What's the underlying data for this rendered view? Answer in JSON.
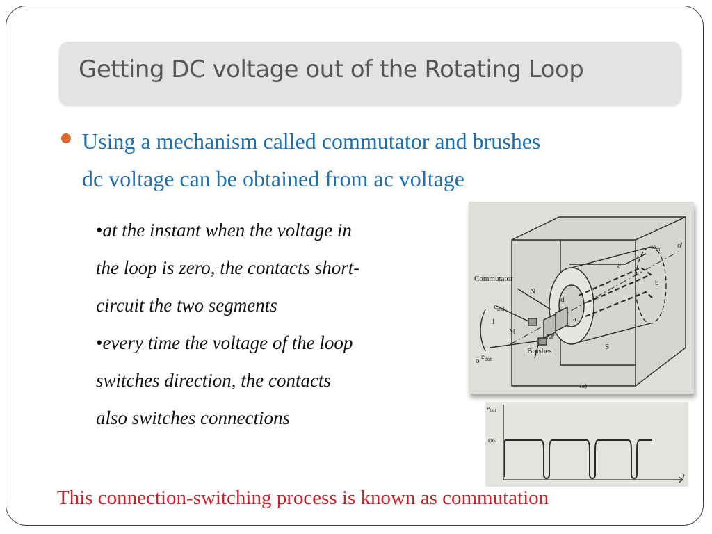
{
  "title": "Getting DC voltage out of the Rotating Loop",
  "main_bullet": {
    "lines": [
      "Using a mechanism called commutator and brushes",
      "dc voltage can be obtained from ac voltage"
    ]
  },
  "sub_bullets": [
    {
      "first": "at the instant when the voltage in",
      "rest": [
        "the loop is zero, the contacts short-",
        "circuit the two segments"
      ]
    },
    {
      "first": "every time the voltage of the loop",
      "rest": [
        "switches direction, the contacts",
        "also switches connections"
      ]
    }
  ],
  "bullet_glyph": "•",
  "figure_a_labels": {
    "commutator": "Commutator",
    "brushes": "Brushes",
    "north": "N",
    "south": "S",
    "e_ind": "e",
    "e_ind_sub": "ind",
    "e_out": "e",
    "e_out_sub": "out",
    "current": "I",
    "m": "M",
    "m_prime": "M'",
    "omega": "ω",
    "omega_sub": "m",
    "o_prime": "o'",
    "o": "o",
    "c": "c",
    "b": "b",
    "d": "d",
    "a": "a",
    "caption": "(a)"
  },
  "figure_b_labels": {
    "y_axis": "e",
    "y_axis_sub": "out",
    "level": "φω",
    "x_axis": "t"
  },
  "caption": "This connection-switching process is known as commutation",
  "colors": {
    "title_bg": "#e3e3e3",
    "title_text": "#555555",
    "main_bullet_text": "#1b70b5",
    "bullet_dot": "#d9682b",
    "caption_text": "#d0202a"
  }
}
